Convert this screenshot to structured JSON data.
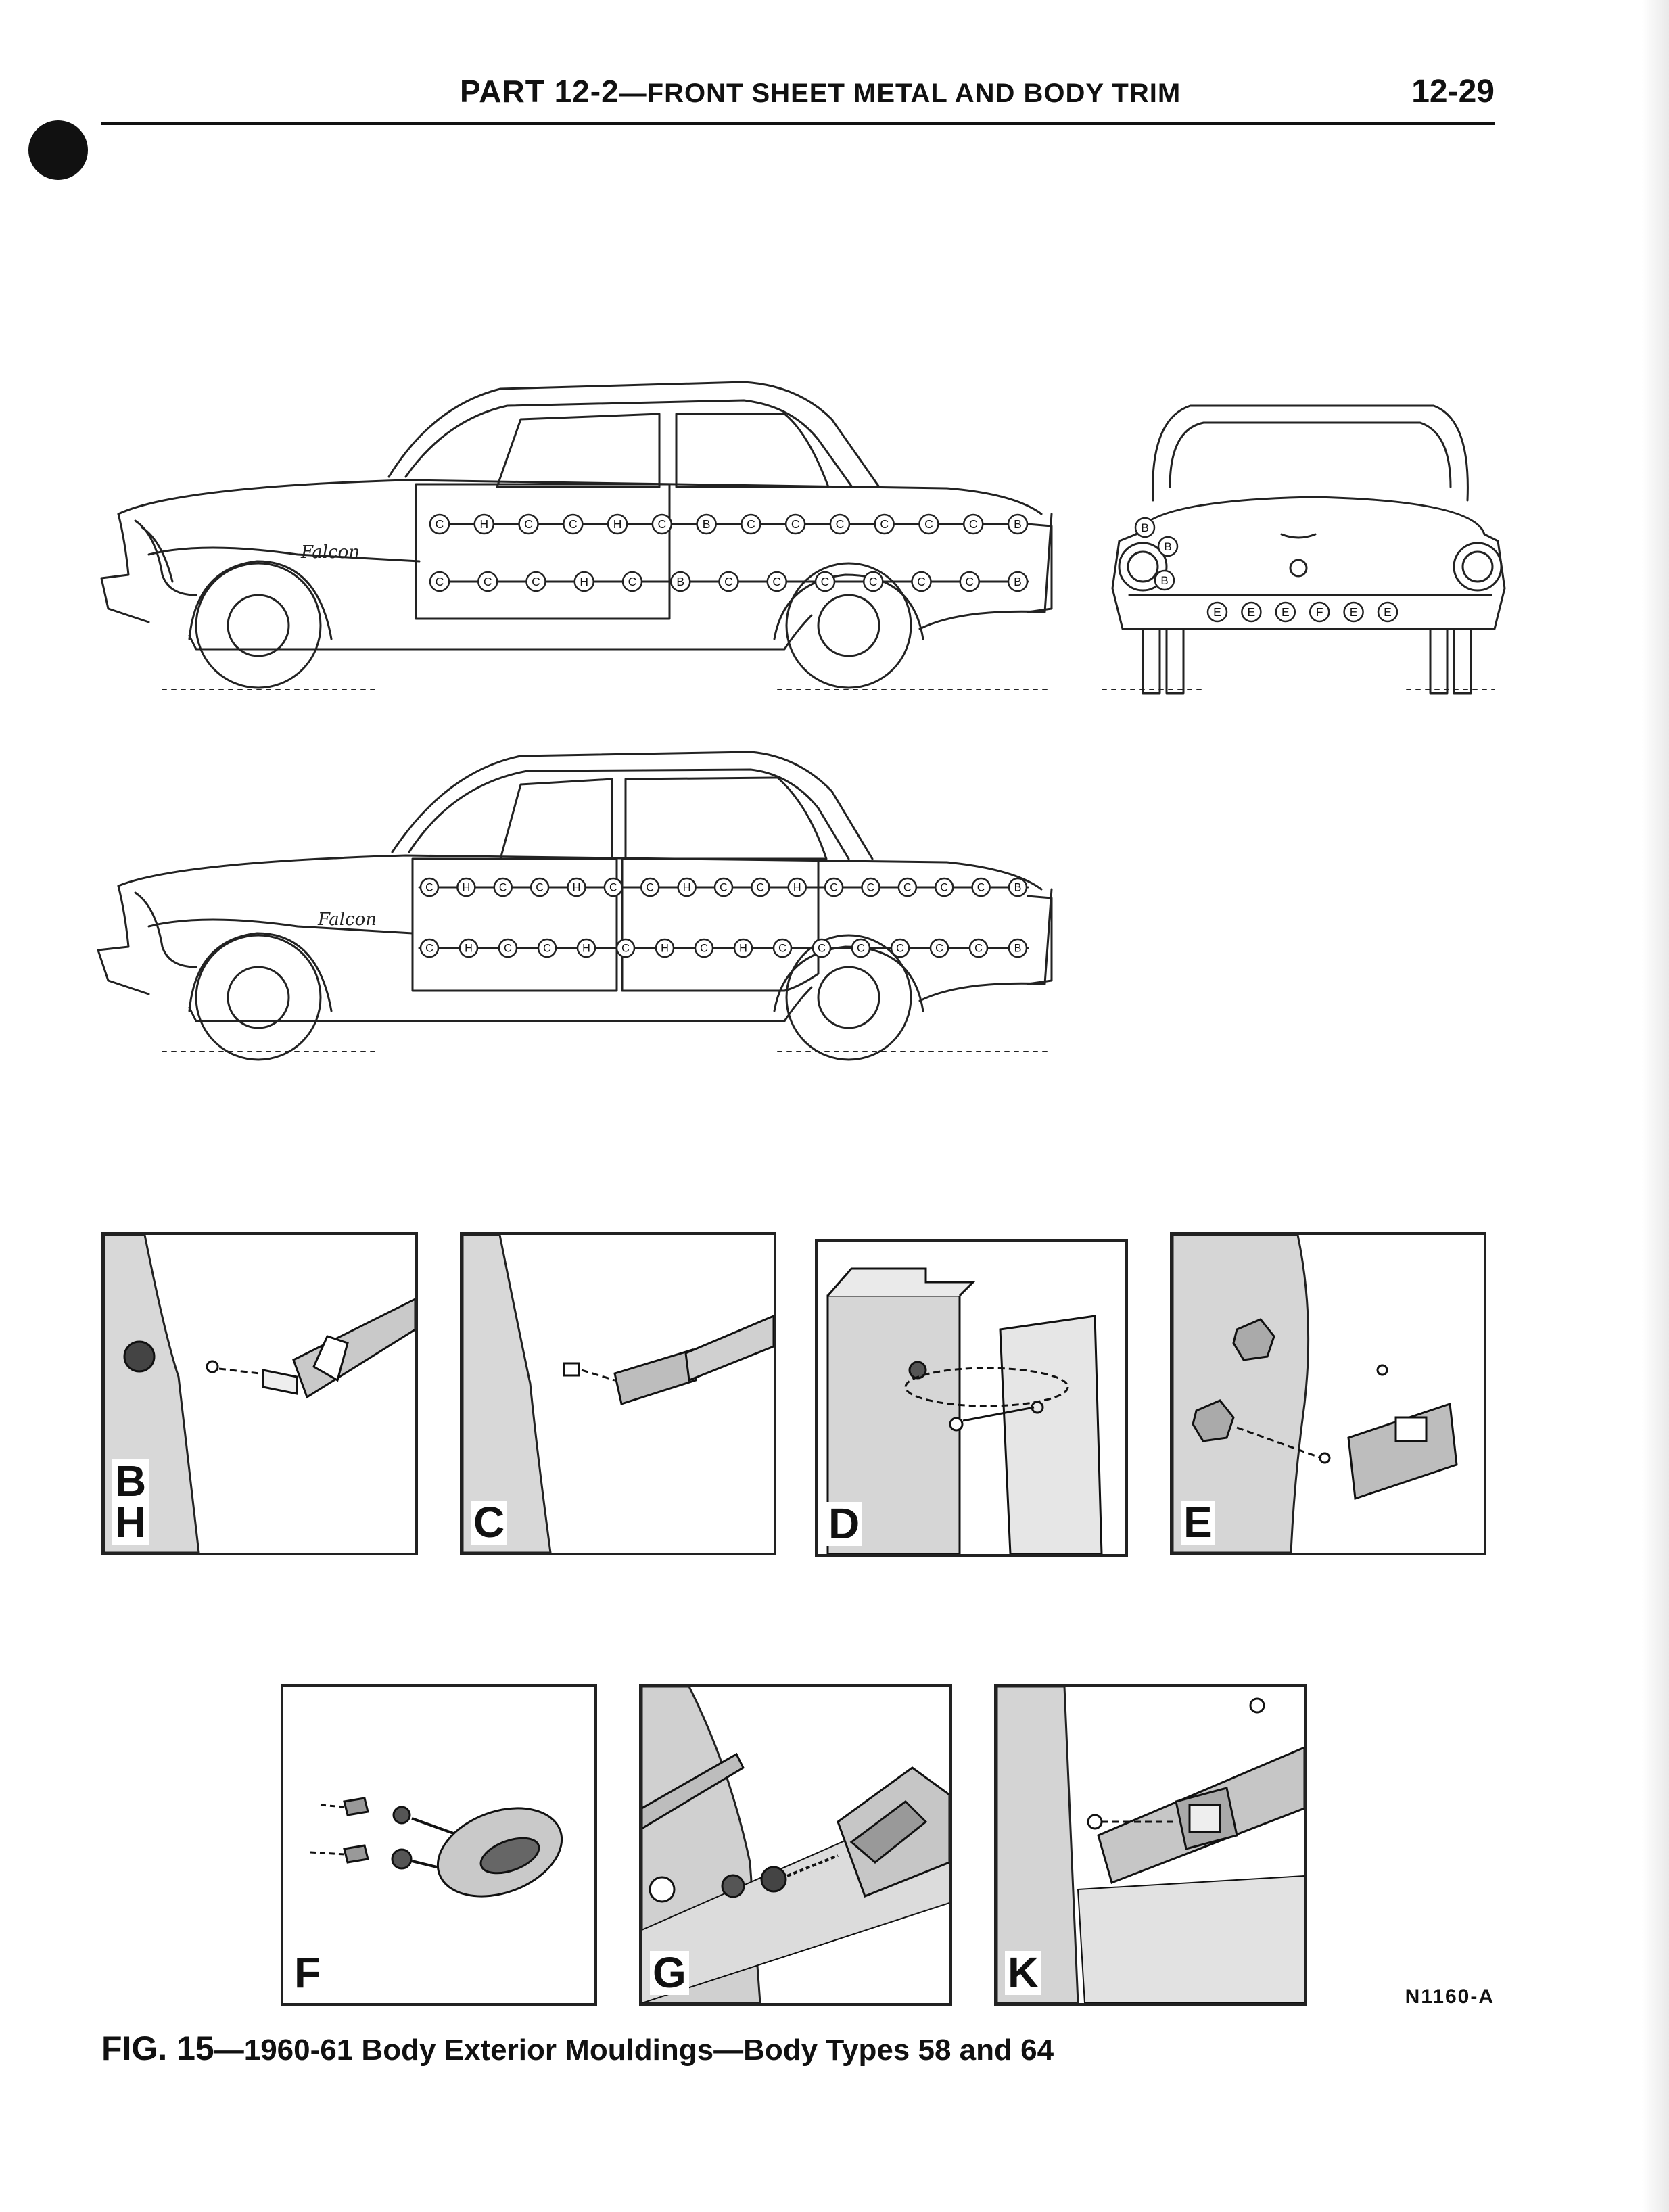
{
  "header": {
    "part": "PART 12-2",
    "title": "—FRONT SHEET METAL AND BODY TRIM",
    "page_number": "12-29"
  },
  "side_view_labels": {
    "two_door_upper": [
      "C",
      "H",
      "C",
      "C",
      "H",
      "C",
      "B",
      "C",
      "C",
      "C",
      "C",
      "C",
      "C",
      "B"
    ],
    "two_door_lower": [
      "C",
      "C",
      "C",
      "H",
      "C",
      "B",
      "C",
      "C",
      "C",
      "C",
      "C",
      "C",
      "B"
    ],
    "four_door_upper": [
      "C",
      "H",
      "C",
      "C",
      "H",
      "C",
      "C",
      "H",
      "C",
      "C",
      "H",
      "C",
      "C",
      "C",
      "C",
      "C",
      "B"
    ],
    "four_door_lower": [
      "C",
      "H",
      "C",
      "C",
      "H",
      "C",
      "H",
      "C",
      "H",
      "C",
      "C",
      "C",
      "C",
      "C",
      "C",
      "B"
    ],
    "rear_view_left": [
      "B",
      "B",
      "B"
    ],
    "rear_view_bottom": [
      "E",
      "E",
      "E",
      "F",
      "E",
      "E"
    ]
  },
  "script_badge": "Falcon",
  "detail_panels": [
    {
      "letters": [
        "B",
        "H"
      ]
    },
    {
      "letters": [
        "C"
      ]
    },
    {
      "letters": [
        "D"
      ]
    },
    {
      "letters": [
        "E"
      ]
    },
    {
      "letters": [
        "F"
      ]
    },
    {
      "letters": [
        "G"
      ]
    },
    {
      "letters": [
        "K"
      ]
    }
  ],
  "reference_code": "N1160-A",
  "caption": {
    "fig_label": "FIG. 15",
    "text": "—1960-61 Body Exterior Mouldings—Body Types 58 and 64"
  }
}
